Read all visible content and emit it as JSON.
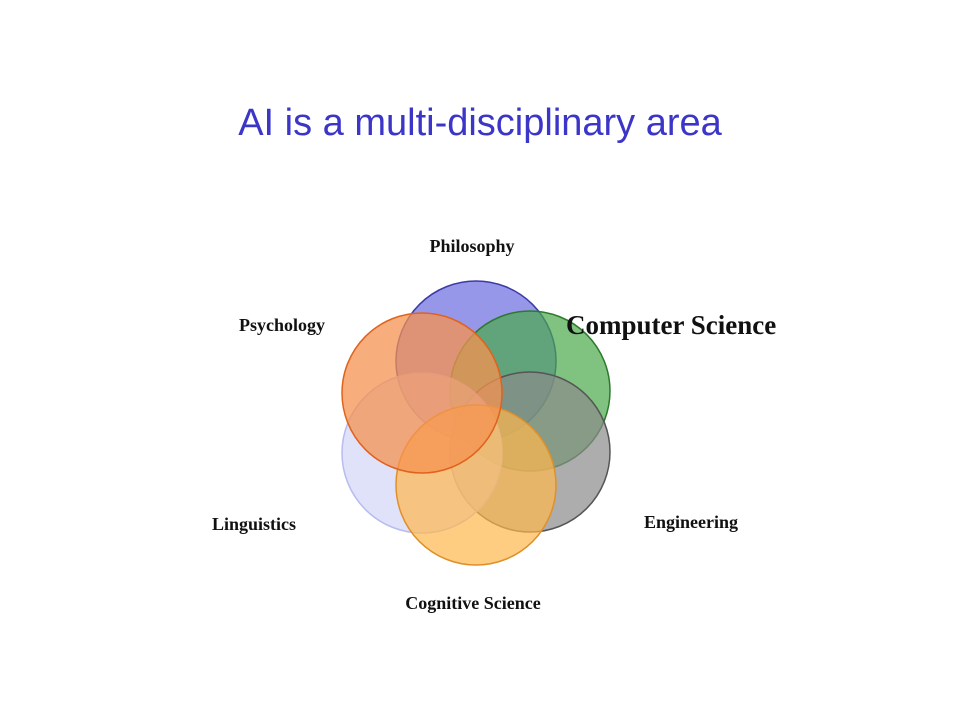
{
  "slide": {
    "title": "AI is a multi-disciplinary area"
  },
  "diagram": {
    "type": "overlapping-circles",
    "circles": [
      {
        "id": "philosophy",
        "label": "Philosophy",
        "color": "#6b6be0",
        "edge": "#3b3ba6",
        "opacity": 0.7
      },
      {
        "id": "computer-science",
        "label": "Computer Science",
        "color": "#4aa84a",
        "edge": "#2c7a2c",
        "opacity": 0.7
      },
      {
        "id": "engineering",
        "label": "Engineering",
        "color": "#8a8a8a",
        "edge": "#555555",
        "opacity": 0.7
      },
      {
        "id": "cognitive-science",
        "label": "Cognitive Science",
        "color": "#ffb84d",
        "edge": "#e0902a",
        "opacity": 0.7
      },
      {
        "id": "linguistics",
        "label": "Linguistics",
        "color": "#d3d6f7",
        "edge": "#b8bcef",
        "opacity": 0.7
      },
      {
        "id": "psychology",
        "label": "Psychology",
        "color": "#f59250",
        "edge": "#e0621d",
        "opacity": 0.75
      }
    ]
  }
}
